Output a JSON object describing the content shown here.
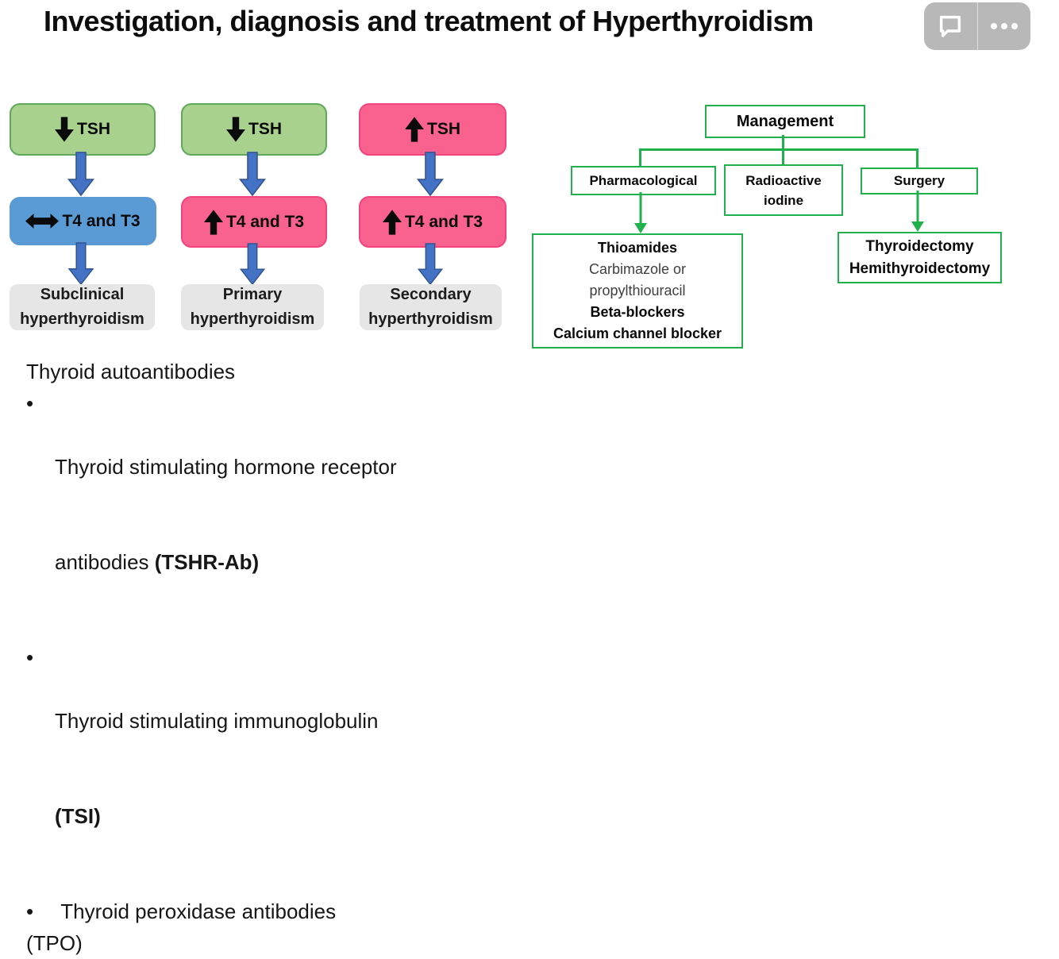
{
  "title": "Investigation, diagnosis and treatment of Hyperthyroidism",
  "player_overlay": {
    "pip_icon": "speech-bubble-icon",
    "more_icon": "ellipsis-icon"
  },
  "colors": {
    "green_fill": "#A9D18E",
    "green_border": "#5FA85C",
    "pink_fill": "#F9618E",
    "pink_border": "#F4447E",
    "blue_fill": "#5B9BD5",
    "gray_fill": "#E7E6E6",
    "connector_arrow_fill": "#4472C4",
    "connector_arrow_border": "#2F528F",
    "tree_green": "#21B14C"
  },
  "flowchart": {
    "columns": [
      {
        "top": {
          "arrow": "down",
          "label": "TSH"
        },
        "mid": {
          "arrow": "left-right",
          "label": "T4 and T3"
        },
        "result": {
          "line1": "Subclinical",
          "line2": "hyperthyroidism"
        }
      },
      {
        "top": {
          "arrow": "down",
          "label": "TSH"
        },
        "mid": {
          "arrow": "up",
          "label": "T4 and T3"
        },
        "result": {
          "line1": "Primary",
          "line2": "hyperthyroidism"
        }
      },
      {
        "top": {
          "arrow": "up",
          "label": "TSH"
        },
        "mid": {
          "arrow": "up",
          "label": "T4 and T3"
        },
        "result": {
          "line1": "Secondary",
          "line2": "hyperthyroidism"
        }
      }
    ]
  },
  "management": {
    "root": "Management",
    "branches": [
      "Pharmacological",
      "Radioactive iodine",
      "Surgery"
    ],
    "thioamides_box": {
      "line1": "Thioamides",
      "line2": "Carbimazole or",
      "line3": "propylthiouracil",
      "line4": "Beta-blockers",
      "line5": "Calcium channel blocker"
    },
    "surgery_box": {
      "line1": "Thyroidectomy",
      "line2": "Hemithyroidectomy"
    }
  },
  "antibodies": {
    "heading": "Thyroid autoantibodies",
    "bullet_char": "•",
    "items": [
      {
        "line1": "Thyroid stimulating hormone receptor",
        "line2_regular": "antibodies ",
        "line2_bold": "(TSHR-Ab)"
      },
      {
        "line1": "Thyroid stimulating immunoglobulin",
        "line2_bold": "(TSI)"
      },
      {
        "line1": " Thyroid peroxidase antibodies"
      }
    ],
    "footnote": "(TPO)"
  }
}
